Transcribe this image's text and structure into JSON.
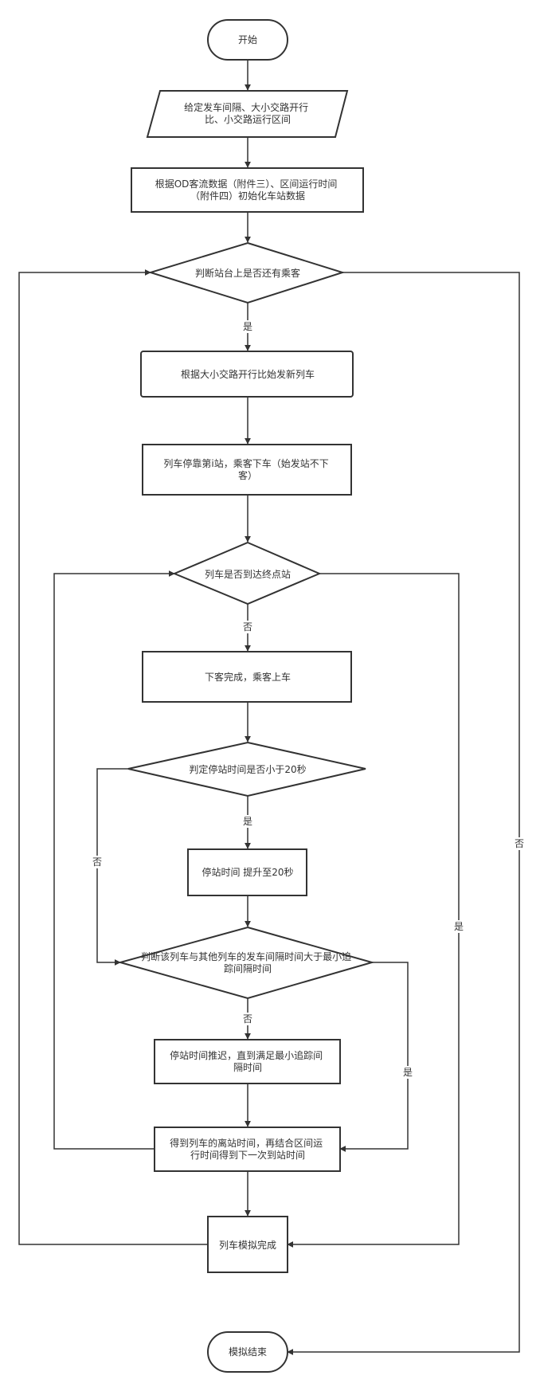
{
  "nodes": {
    "start": [
      "开始"
    ],
    "input_params": [
      "给定发车间隔、大小交路开行",
      "比、小交路运行区间"
    ],
    "init_data": [
      "根据OD客流数据（附件三）、区间运行时间",
      "（附件四）初始化车站数据"
    ],
    "check_passengers": [
      "判断站台上是否还有乘客"
    ],
    "dispatch_train": [
      "根据大小交路开行比始发新列车"
    ],
    "train_stop": [
      "列车停靠第i站，乘客下车（始发站不下",
      "客）"
    ],
    "check_terminal": [
      "列车是否到达终点站"
    ],
    "boarding": [
      "下客完成，乘客上车"
    ],
    "check_dwell": [
      "判定停站时间是否小于20秒"
    ],
    "raise_dwell": [
      "停站时间 提升至20秒"
    ],
    "check_headway": [
      "判断该列车与其他列车的发车间隔时间大于最小追",
      "踪间隔时间"
    ],
    "delay_dwell": [
      "停站时间推迟，直到满足最小追踪间",
      "隔时间"
    ],
    "compute_times": [
      "得到列车的离站时间，再结合区间运",
      "行时间得到下一次到站时间"
    ],
    "train_done": [
      "列车模拟完成"
    ],
    "end": [
      "模拟结束"
    ]
  },
  "edge_labels": {
    "passengers_yes": "是",
    "passengers_no": "否",
    "terminal_no": "否",
    "terminal_yes": "是",
    "dwell_yes": "是",
    "dwell_no": "否",
    "headway_no": "否",
    "headway_yes": "是"
  }
}
